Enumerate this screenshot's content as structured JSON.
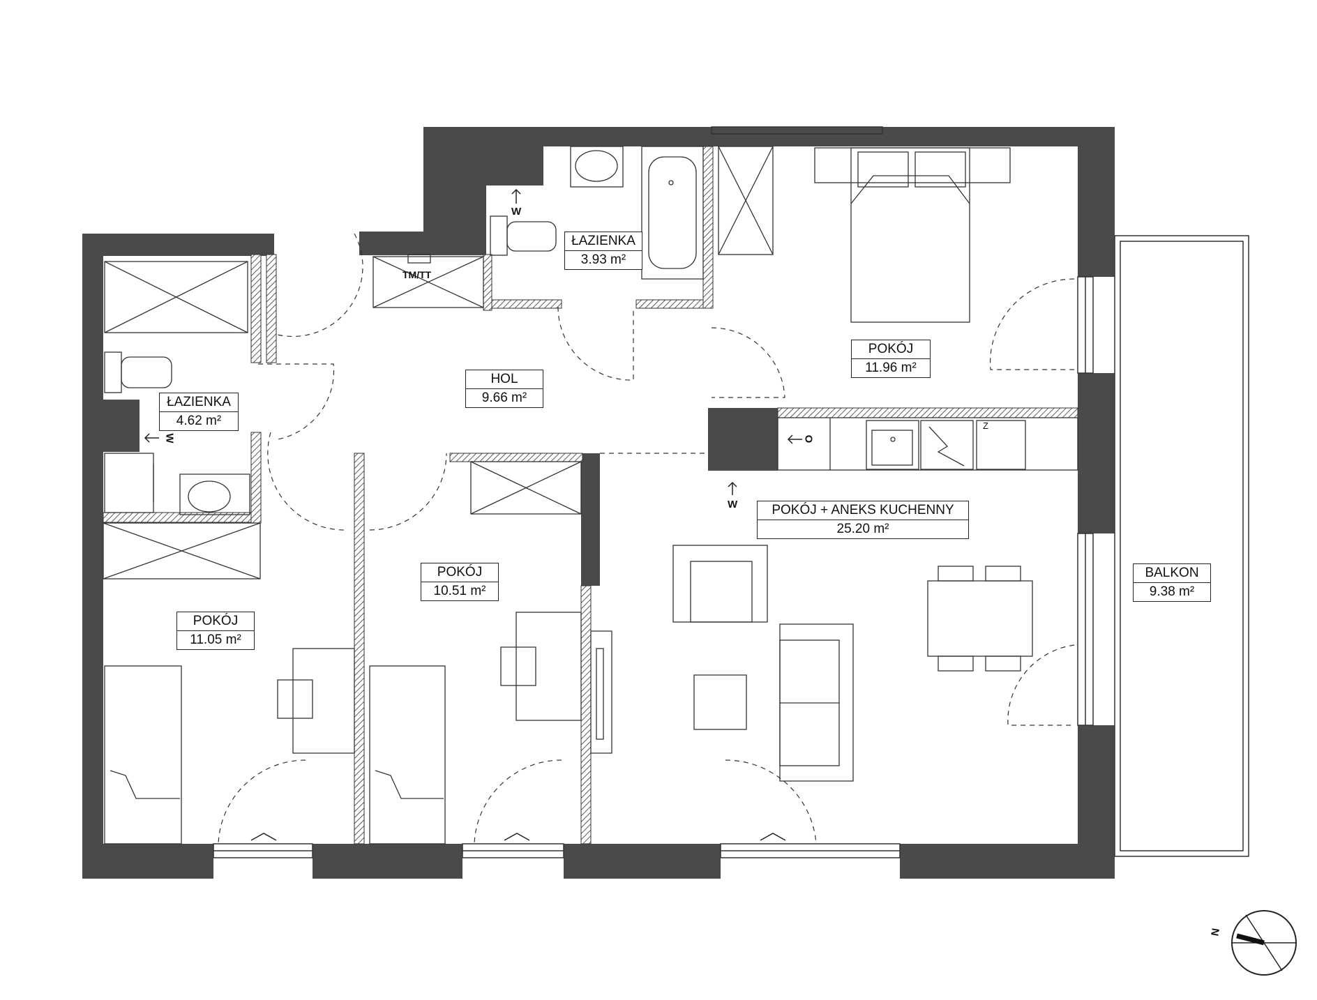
{
  "rooms": {
    "bath_top": {
      "name": "ŁAZIENKA",
      "area": "3.93 m²"
    },
    "bath_left": {
      "name": "ŁAZIENKA",
      "area": "4.62 m²"
    },
    "hall": {
      "name": "HOL",
      "area": "9.66 m²"
    },
    "bedroom_ne": {
      "name": "POKÓJ",
      "area": "11.96 m²"
    },
    "living": {
      "name": "POKÓJ + ANEKS KUCHENNY",
      "area": "25.20 m²"
    },
    "bedroom_mid": {
      "name": "POKÓJ",
      "area": "10.51 m²"
    },
    "bedroom_sw": {
      "name": "POKÓJ",
      "area": "11.05 m²"
    },
    "balcony": {
      "name": "BALKON",
      "area": "9.38 m²"
    }
  },
  "marks": {
    "tm_tt": "TM/TT",
    "w": "W",
    "o": "O",
    "z": "Z",
    "north": "N"
  },
  "icons": [
    "compass-icon",
    "bed-icon",
    "sofa-icon",
    "armchair-icon",
    "table-icon",
    "chair-icon",
    "desk-icon",
    "bathtub-icon",
    "shower-icon",
    "toilet-icon",
    "sink-icon",
    "washer-icon",
    "stove-icon",
    "wardrobe-icon",
    "door-swing-icon",
    "window-icon"
  ],
  "colors": {
    "wall": "#4a4a4a",
    "line": "#222222",
    "background": "#ffffff"
  }
}
